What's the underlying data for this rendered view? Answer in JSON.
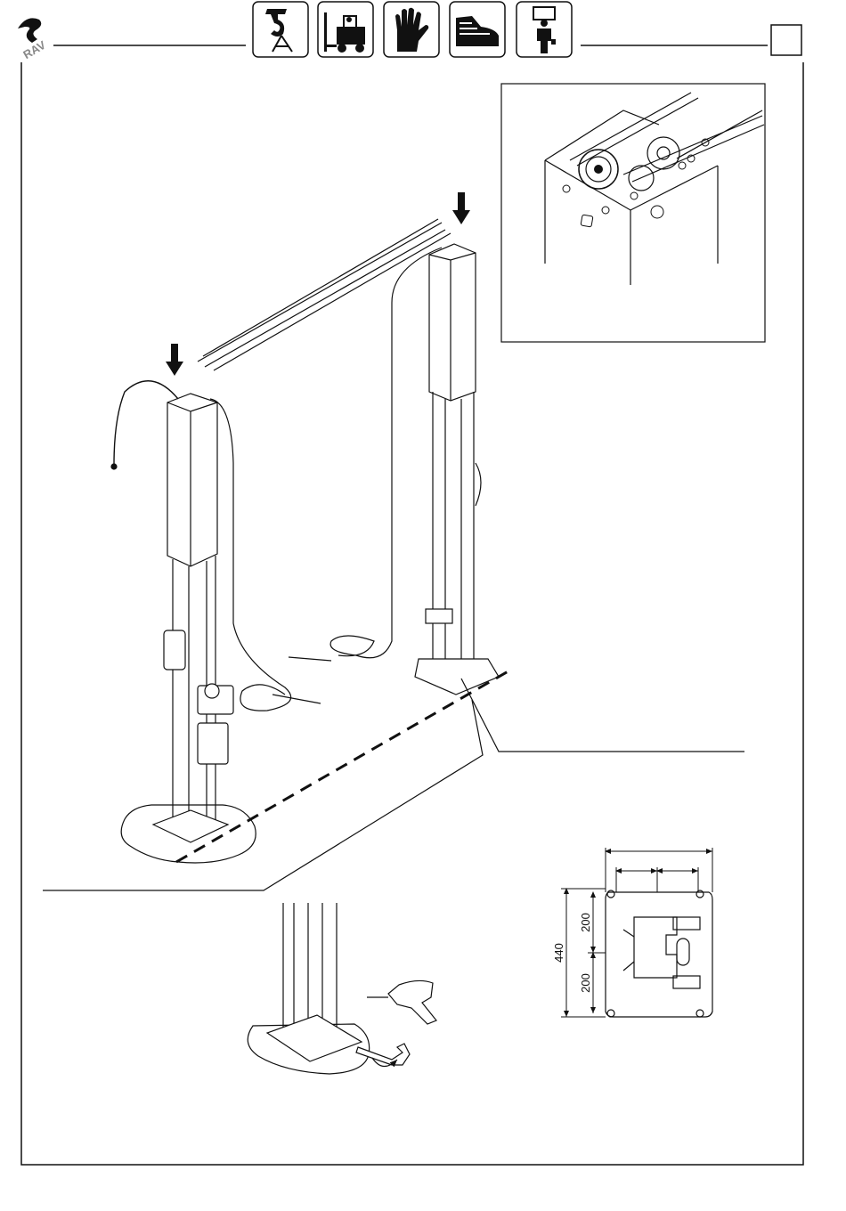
{
  "header": {
    "safety_icons": [
      {
        "icon": "crane-hook-icon"
      },
      {
        "icon": "forklift-icon"
      },
      {
        "icon": "protective-gloves-icon"
      },
      {
        "icon": "safety-shoes-icon"
      },
      {
        "icon": "operator-icon"
      }
    ],
    "page_box": ""
  },
  "base_plate": {
    "dim_top": "200",
    "dim_bottom": "200",
    "dim_total": "440"
  },
  "colors": {
    "line": "#111111",
    "background": "#ffffff"
  }
}
